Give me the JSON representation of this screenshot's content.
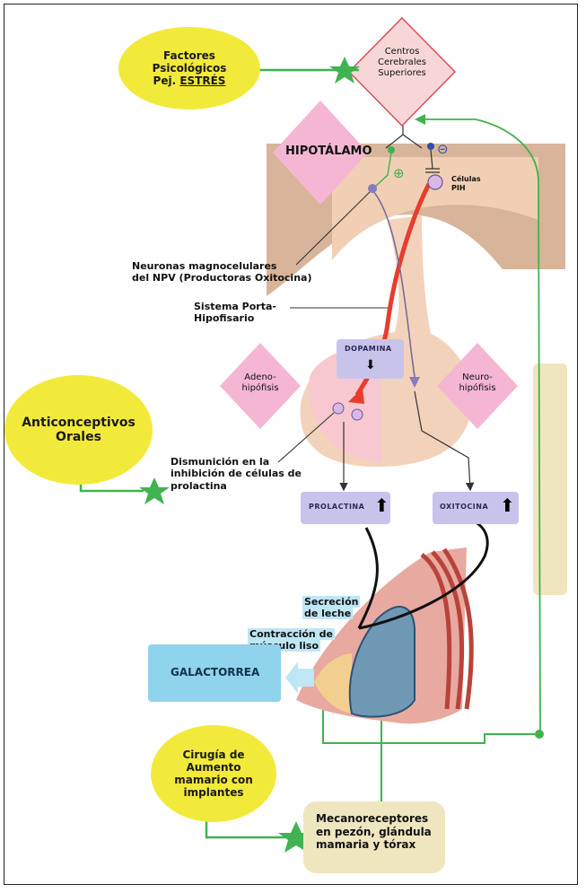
{
  "ovals": {
    "stress": {
      "line1": "Factores",
      "line2": "Psicológicos",
      "line3a": "Pej. ",
      "line3b": "ESTRÉS"
    },
    "contraceptives": {
      "line1": "Anticonceptivos",
      "line2": "Orales"
    },
    "surgery": {
      "line1": "Cirugía de",
      "line2": "Aumento",
      "line3": "mamario con",
      "line4": "implantes"
    }
  },
  "centros": {
    "line1": "Centros",
    "line2": "Cerebrales",
    "line3": "Superiores"
  },
  "hipotalamo": "HIPOTÁLAMO",
  "celulas": {
    "line1": "Células",
    "line2": "PIH"
  },
  "signs": {
    "plus": "⊕",
    "minus": "⊝"
  },
  "neuronas": {
    "line1": "Neuronas magnocelulares",
    "line2": "del NPV (Productoras Oxitocina)"
  },
  "sistema": {
    "line1": "Sistema Porta-",
    "line2": "Hipofisario"
  },
  "dopamina": "DOPAMINA",
  "adeno": {
    "line1": "Adeno-",
    "line2": "hipófisis"
  },
  "neuro": {
    "line1": "Neuro-",
    "line2": "hipófisis"
  },
  "disminucion": {
    "line1": "Dismunición en la",
    "line2": "inhibición de células de",
    "line3": "prolactina"
  },
  "prolactina": "PROLACTINA",
  "oxitocina": "OXITOCINA",
  "secrecion": {
    "line1": "Secreción",
    "line2": "de leche"
  },
  "contraccion": {
    "line1": "Contracción de",
    "line2": "músculo liso"
  },
  "galactorrea": "GALACTORREA",
  "mecano": {
    "line1": "Mecanoreceptores",
    "line2": "en pezón, glándula",
    "line3": "mamaria y tórax"
  },
  "colors": {
    "yellow": "#f2ea3a",
    "pink": "#f4b6d3",
    "green": "#3fb34f",
    "purple": "#c8c3ea",
    "blue": "#8fd3ec",
    "beige": "#efe6bf"
  }
}
